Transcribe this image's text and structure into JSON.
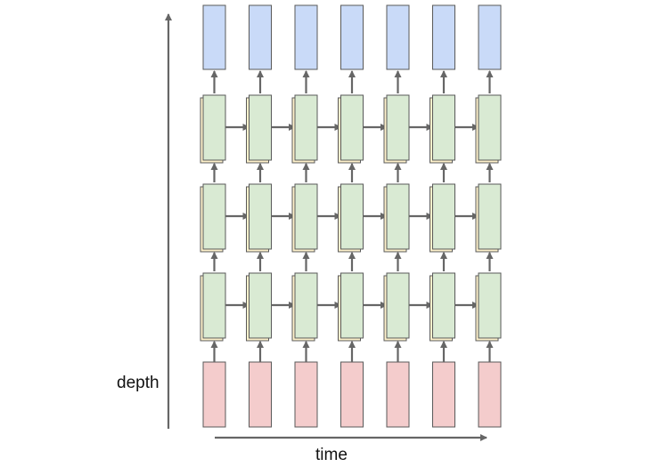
{
  "labels": {
    "depth": "depth",
    "time": "time"
  },
  "grid": {
    "timesteps": 7,
    "hidden_layers": 3
  },
  "colors": {
    "output": "#c9daf8",
    "hidden": "#d9ead3",
    "hidden_shadow": "#fff2cc",
    "input": "#f4cccc",
    "stroke": "#595959",
    "arrow": "#666666"
  }
}
